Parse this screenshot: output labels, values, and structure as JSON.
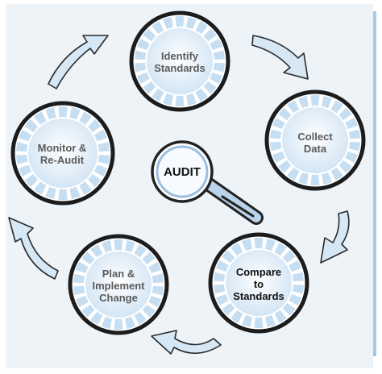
{
  "diagram": {
    "center": {
      "label": "AUDIT",
      "icon": "magnifying-glass-icon"
    },
    "stages": [
      {
        "id": "identify",
        "label": "Identify\nStandards"
      },
      {
        "id": "collect",
        "label": "Collect\nData"
      },
      {
        "id": "compare",
        "label": "Compare\nto\nStandards"
      },
      {
        "id": "implement",
        "label": "Plan &\nImplement\nChange"
      },
      {
        "id": "monitor",
        "label": "Monitor &\nRe-Audit"
      }
    ],
    "colors": {
      "background": "#eef3f8",
      "ring_stroke": "#1c1c1c",
      "segment_fill": "#c6def1",
      "inner_fill": "#dbeaf7",
      "arrow_fill": "#d6e8f6",
      "arrow_stroke": "#2a2a2a",
      "label_text": "#5a5a5a",
      "emphasis_text": "#111111",
      "side_bar": "#a9c8e6"
    }
  }
}
